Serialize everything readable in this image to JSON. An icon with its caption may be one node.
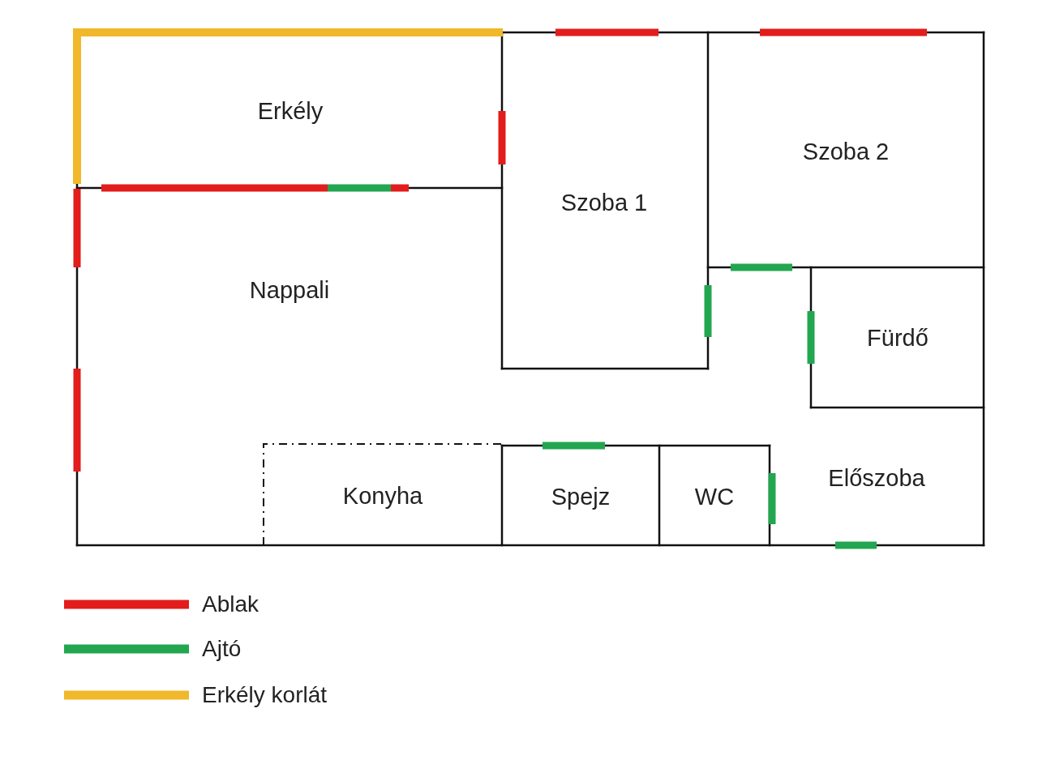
{
  "diagram": {
    "nodes": [
      {
        "text": [
          "Erkély"
        ]
      },
      {
        "text": [
          "Szoba 1"
        ]
      },
      {
        "text": [
          "Szoba 2"
        ]
      },
      {
        "text": [
          "Nappali"
        ]
      },
      {
        "text": [
          "Fürdő"
        ]
      },
      {
        "text": [
          "Konyha"
        ]
      },
      {
        "text": [
          "Spejz"
        ]
      },
      {
        "text": [
          "WC"
        ]
      },
      {
        "text": [
          "Előszoba"
        ]
      }
    ],
    "legend": [
      {
        "text": "Ablak",
        "color": "#e31c1c"
      },
      {
        "text": "Ajtó",
        "color": "#22a650"
      },
      {
        "text": "Erkély korlát",
        "color": "#f0b82a"
      }
    ]
  }
}
